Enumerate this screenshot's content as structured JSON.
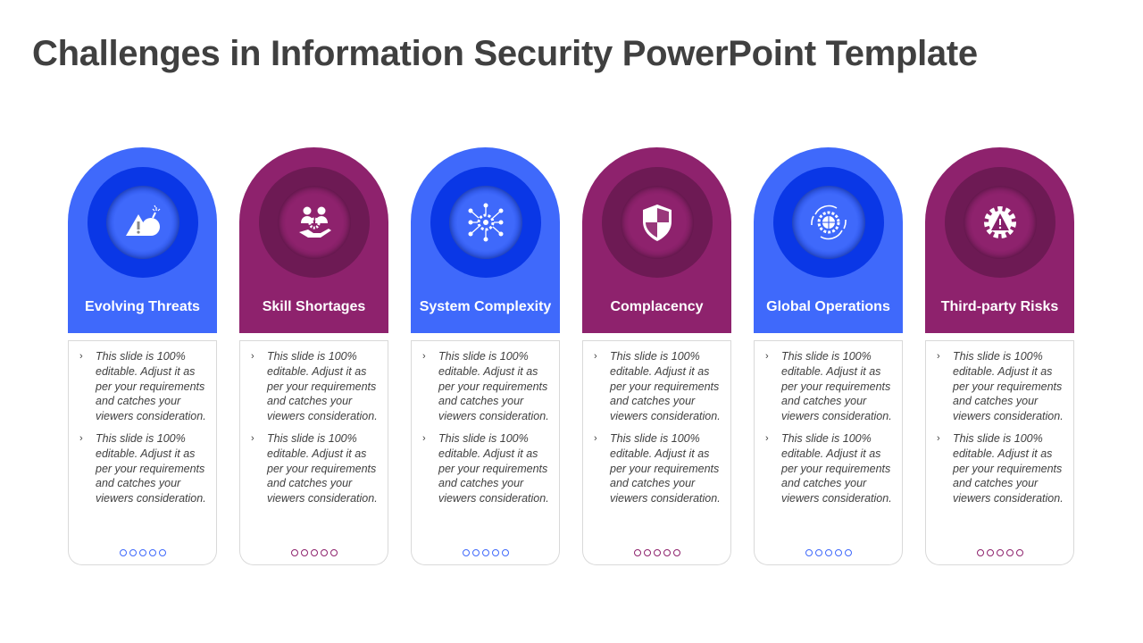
{
  "title": "Challenges in Information Security PowerPoint Template",
  "colors": {
    "blue": "#3F69FB",
    "blue_ring": "#0A37E6",
    "blue_inner": "#2F57F3",
    "purple": "#8E226D",
    "purple_ring": "#6D1A54",
    "purple_inner": "#86206A"
  },
  "cards": [
    {
      "label": "Evolving Threats",
      "icon": "warning-bomb-icon",
      "theme": "blue",
      "bullets": [
        "This slide is 100% editable. Adjust  it as per your requirements and catches your viewers consideration.",
        "This slide is 100% editable. Adjust  it as per your requirements and catches your viewers consideration."
      ]
    },
    {
      "label": "Skill Shortages",
      "icon": "people-gear-hand-icon",
      "theme": "purple",
      "bullets": [
        "This slide is 100% editable. Adjust  it as per your requirements and catches your viewers consideration.",
        "This slide is 100% editable. Adjust  it as per your requirements and catches your viewers consideration."
      ]
    },
    {
      "label": "System Complexity",
      "icon": "network-gear-icon",
      "theme": "blue",
      "bullets": [
        "This slide is 100% editable. Adjust  it as per your requirements and catches your viewers consideration.",
        "This slide is 100% editable. Adjust  it as per your requirements and catches your viewers consideration."
      ]
    },
    {
      "label": "Complacency",
      "icon": "shield-icon",
      "theme": "purple",
      "bullets": [
        "This slide is 100% editable. Adjust  it as per your requirements and catches your viewers consideration.",
        "This slide is 100% editable. Adjust  it as per your requirements and catches your viewers consideration."
      ]
    },
    {
      "label": "Global Operations",
      "icon": "globe-gear-cycle-icon",
      "theme": "blue",
      "bullets": [
        "This slide is 100% editable. Adjust  it as per your requirements and catches your viewers consideration.",
        "This slide is 100% editable. Adjust  it as per your requirements and catches your viewers consideration."
      ]
    },
    {
      "label": "Third-party Risks",
      "icon": "gear-warning-icon",
      "theme": "purple",
      "bullets": [
        "This slide is 100% editable. Adjust  it as per your requirements and catches your viewers consideration.",
        "This slide is 100% editable. Adjust  it as per your requirements and catches your viewers consideration."
      ]
    }
  ]
}
